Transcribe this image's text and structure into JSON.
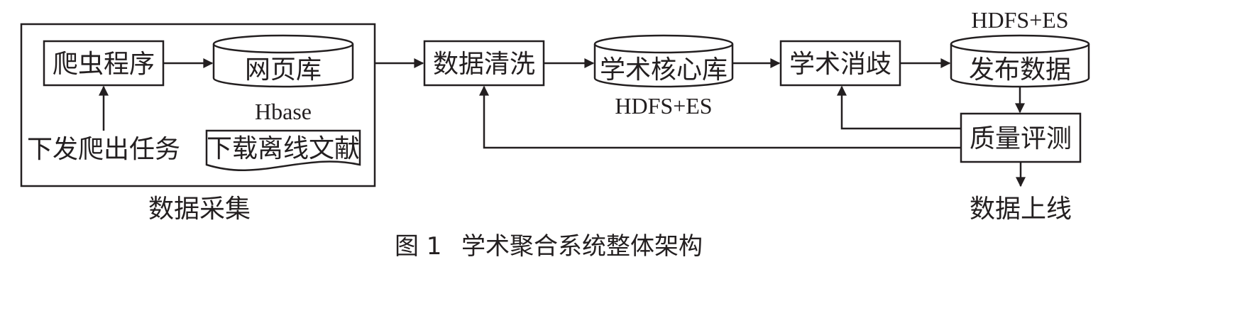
{
  "nodes": {
    "crawler": "爬虫程序",
    "webpage_db": "网页库",
    "hbase": "Hbase",
    "dispatch_task": "下发爬出任务",
    "download_docs": "下载离线文献",
    "collection_group": "数据采集",
    "cleaning": "数据清洗",
    "core_db": "学术核心库",
    "core_db_storage": "HDFS+ES",
    "disambiguation": "学术消歧",
    "publish_data": "发布数据",
    "publish_storage": "HDFS+ES",
    "quality_eval": "质量评测",
    "online": "数据上线"
  },
  "caption": {
    "number": "图 1",
    "title": "学术聚合系统整体架构"
  }
}
